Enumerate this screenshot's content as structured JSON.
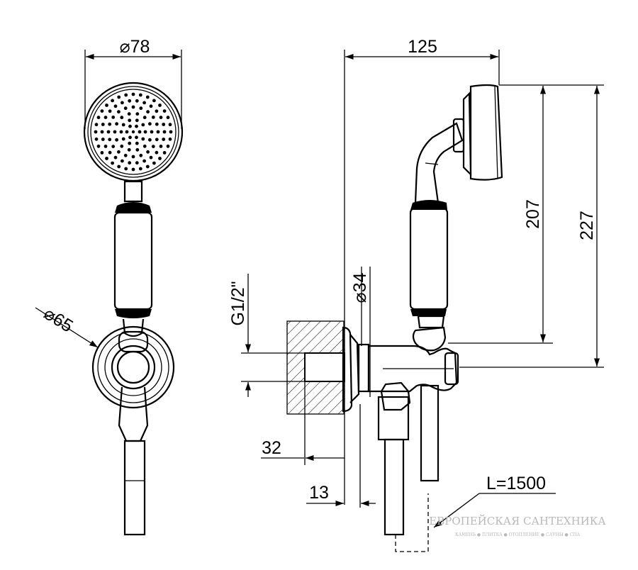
{
  "dimensions": {
    "head_diameter": "78",
    "holder_diameter": "65",
    "projection": "125",
    "height_207": "207",
    "height_227": "227",
    "outlet_diameter": "34",
    "thread": "G1/2\"",
    "depth_32": "32",
    "depth_13": "13",
    "hose_length": "L=1500"
  },
  "diameter_symbol": "⌀",
  "watermark": {
    "title": "ЕВРОПЕЙСКАЯ САНТЕХНИКА",
    "tagline": "КАМЕНЬ ● ПЛИТКА ● ОТОПЛЕНИЕ ● САУНЫ ● СПА"
  }
}
